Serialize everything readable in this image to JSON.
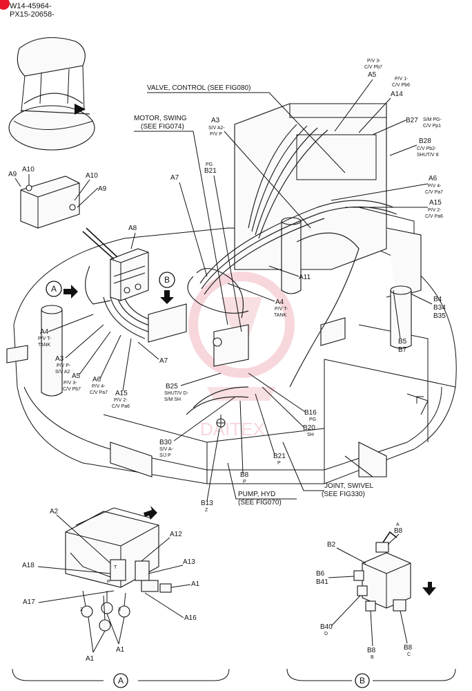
{
  "header": {
    "part_id_1": "W14-45964-",
    "part_id_2": "PX15-20658-"
  },
  "watermark": "DAITEX",
  "references": {
    "valve_control": "VALVE, CONTROL (SEE FIG080)",
    "motor_swing_1": "MOTOR, SWING",
    "motor_swing_2": "(SEE FIG074)",
    "pump_hyd_1": "PUMP, HYD",
    "pump_hyd_2": "(SEE FIG070)",
    "joint_swivel_1": "JOINT, SWIVEL",
    "joint_swivel_2": "(SEE FIG330)"
  },
  "callouts_main": {
    "a3_top": "A3",
    "a3_top_s1": "S/V A2-",
    "a3_top_s2": "P/V P",
    "a5_top_s1": "P/V 3-",
    "a5_top_s2": "C/V Pb7",
    "a5_top": "A5",
    "a14_s1": "P/V 1-",
    "a14_s2": "C/V Pb6",
    "a14": "A14",
    "b27": "B27",
    "b27_s1": "S/M PG-",
    "b27_s2": "C/V Pp1",
    "b28": "B28",
    "b28_s1": "C/V Pb2-",
    "b28_s2": "SHUT/V 8",
    "a6_right": "A6",
    "a6_right_s1": "P/V 4-",
    "a6_right_s2": "C/V Pa7",
    "a15_right": "A15",
    "a15_right_s1": "P/V 2-",
    "a15_right_s2": "C/V Pa6",
    "a9_l": "A9",
    "a10_l": "A10",
    "a10_r": "A10",
    "a9_r": "A9",
    "pg_b21": "PG",
    "b21_top": "B21",
    "a7_top": "A7",
    "a8": "A8",
    "a11": "A11",
    "a4_mid": "A4",
    "a4_mid_s1": "P/V T-",
    "a4_mid_s2": "TANK",
    "b4": "B4",
    "b34": "B34",
    "b35": "B35",
    "b5": "B5",
    "b7": "B7",
    "a4_left": "A4",
    "a4_left_s1": "P/V T-",
    "a4_left_s2": "TANK",
    "a3_left": "A3",
    "a3_left_s1": "P/V P-",
    "a3_left_s2": "S/V A2",
    "a5_left": "A5",
    "a5_left_s1": "P/V 3-",
    "a5_left_s2": "C/V Pb7",
    "a6_left": "A6",
    "a6_left_s1": "P/V 4-",
    "a6_left_s2": "C/V Pa7",
    "a15_left": "A15",
    "a15_left_s1": "P/V 2-",
    "a15_left_s2": "C/V Pa6",
    "a7_low": "A7",
    "b25": "B25",
    "b25_s1": "SHUT/V D-",
    "b25_s2": "S/M SH",
    "b30": "B30",
    "b30_s1": "S/V A-",
    "b30_s2": "S/J P",
    "b16": "B16",
    "b16_s": "PG",
    "b20": "B20",
    "b20_s": "SH",
    "b21_low": "B21",
    "b21_low_s": "P",
    "b8_low": "B8",
    "b8_low_s": "P",
    "b13": "B13",
    "b13_s": "Z",
    "marker_a": "A",
    "marker_b": "B"
  },
  "detail_a": {
    "caption": "A",
    "labels": {
      "a2": "A2",
      "a12": "A12",
      "a13": "A13",
      "a1_r": "A1",
      "a18": "A18",
      "a17": "A17",
      "a16": "A16",
      "a1_bl": "A1",
      "a1_br": "A1",
      "port_t": "T",
      "port_p": "P",
      "port_2": "2",
      "port_3": "3"
    }
  },
  "detail_b": {
    "caption": "B",
    "labels": {
      "b8_top_s": "A",
      "b8_top": "B8",
      "b2": "B2",
      "b6": "B6",
      "b41": "B41",
      "b40": "B40",
      "b40_s": "D",
      "b8_bl": "B8",
      "b8_bl_s": "B",
      "b8_br": "B8",
      "b8_br_s": "C"
    }
  },
  "colors": {
    "ink": "#111111",
    "watermark": "#f2b8c0",
    "badge": "#e8152b"
  }
}
